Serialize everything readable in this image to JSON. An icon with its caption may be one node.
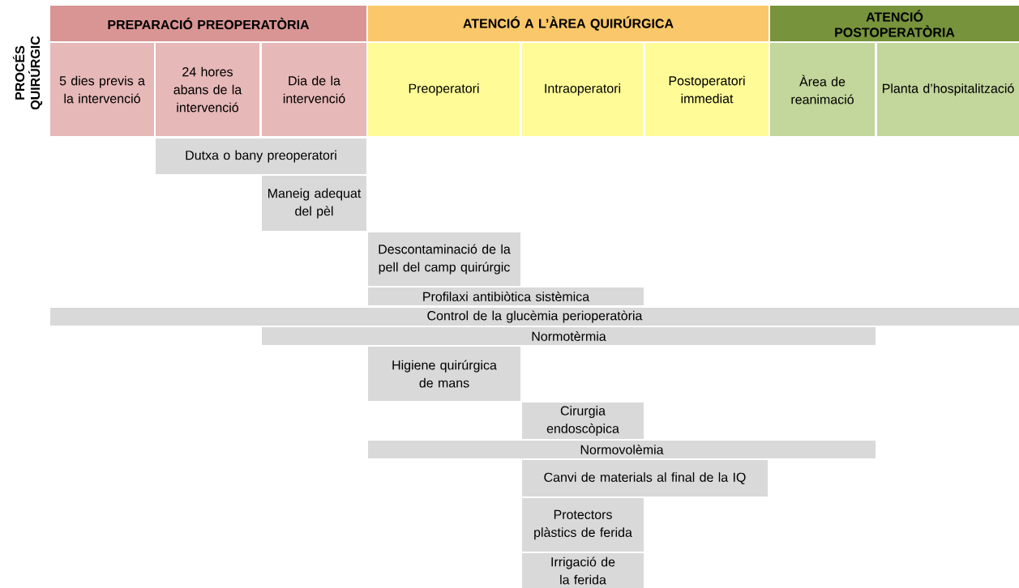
{
  "diagram": {
    "nodes": [
      {
        "text": [
          "PREPARACIÓ PREOPERATÒRIA"
        ]
      },
      {
        "text": [
          "ATENCIÓ A L’ÀREA QUIRÚRGICA"
        ]
      },
      {
        "text": [
          "ATENCIÓ POSTOPERATÒRIA"
        ]
      },
      {
        "text": [
          "5 dies previs a la intervenció"
        ]
      },
      {
        "text": [
          "24 hores abans de la intervenció"
        ]
      },
      {
        "text": [
          "Dia de la intervenció"
        ]
      },
      {
        "text": [
          "Preoperatori"
        ]
      },
      {
        "text": [
          "Intraoperatori"
        ]
      },
      {
        "text": [
          "Postoperatori immediat"
        ]
      },
      {
        "text": [
          "Àrea de reanimació"
        ]
      },
      {
        "text": [
          "Planta d’hospitalització"
        ]
      },
      {
        "text": [
          "Dutxa o bany preoperatori"
        ]
      },
      {
        "text": [
          "Maneig adequat del pèl"
        ]
      },
      {
        "text": [
          "Descontaminació de la pell del camp quirúrgic"
        ]
      },
      {
        "text": [
          "Profilaxi antibiòtica sistèmica"
        ]
      },
      {
        "text": [
          "Control de la glucèmia perioperatòria"
        ]
      },
      {
        "text": [
          "Normotèrmia"
        ]
      },
      {
        "text": [
          "Higiene quirúrgica de mans"
        ]
      },
      {
        "text": [
          "Cirurgia endoscòpica"
        ]
      },
      {
        "text": [
          "Normovolèmia"
        ]
      },
      {
        "text": [
          "Canvi de materials al final de la IQ"
        ]
      },
      {
        "text": [
          "Protectors plàstics de ferida"
        ]
      },
      {
        "text": [
          "Irrigació de la ferida"
        ]
      }
    ],
    "labels": [
      "PROCÉS QUIRÚRGIC"
    ]
  }
}
